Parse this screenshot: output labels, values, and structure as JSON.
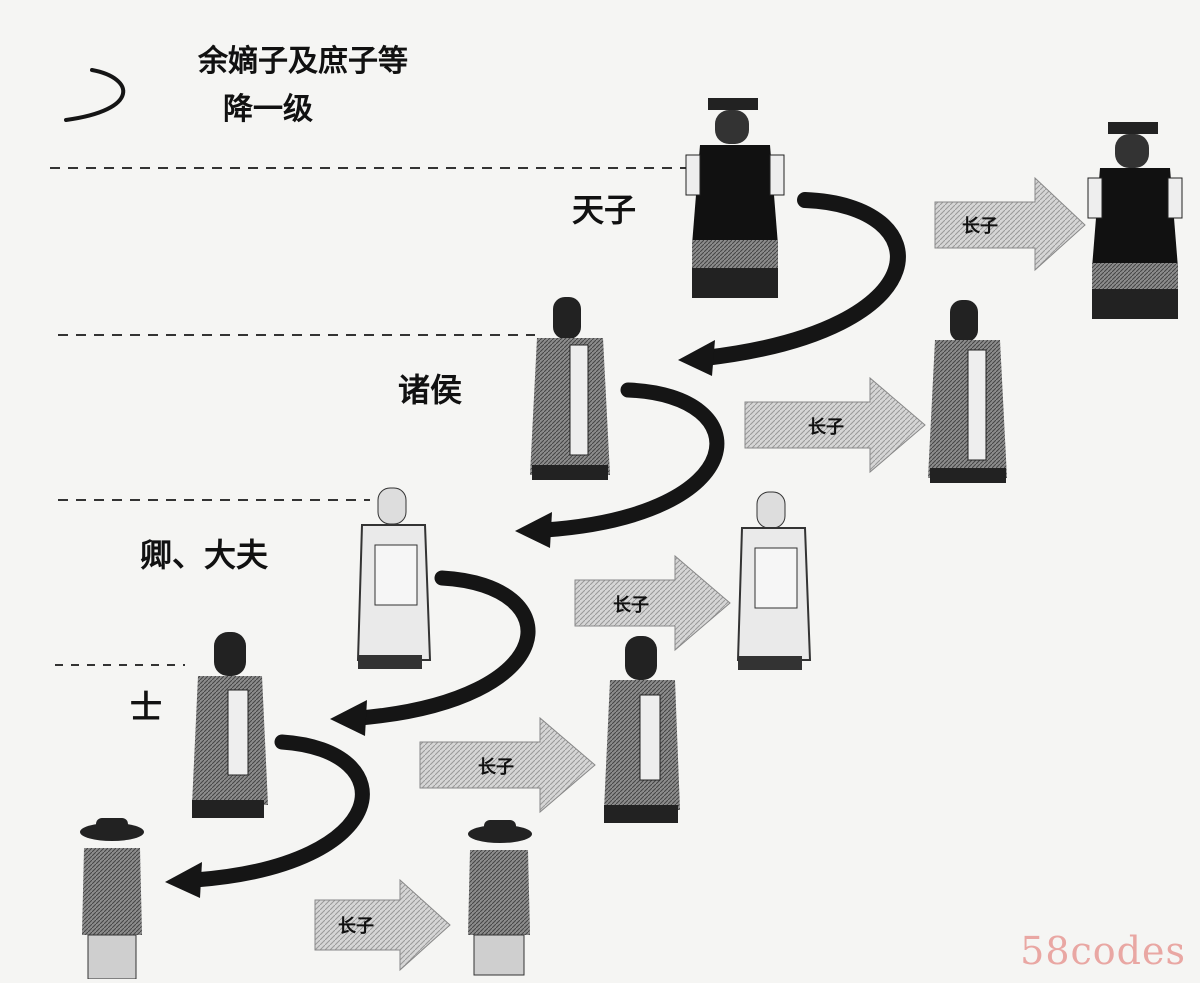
{
  "legend": {
    "line1": "余嫡子及庶子等",
    "line2": "降一级"
  },
  "ranks": [
    {
      "name": "天子"
    },
    {
      "name": "诸侯"
    },
    {
      "name": "卿、大夫"
    },
    {
      "name": "士"
    }
  ],
  "eldest_son_label": "长子",
  "watermark": "58codes",
  "colors": {
    "ink": "#151515",
    "background": "#f5f5f3",
    "arrow_gray": "#9c9c9c",
    "watermark": "#e9a7a3"
  }
}
